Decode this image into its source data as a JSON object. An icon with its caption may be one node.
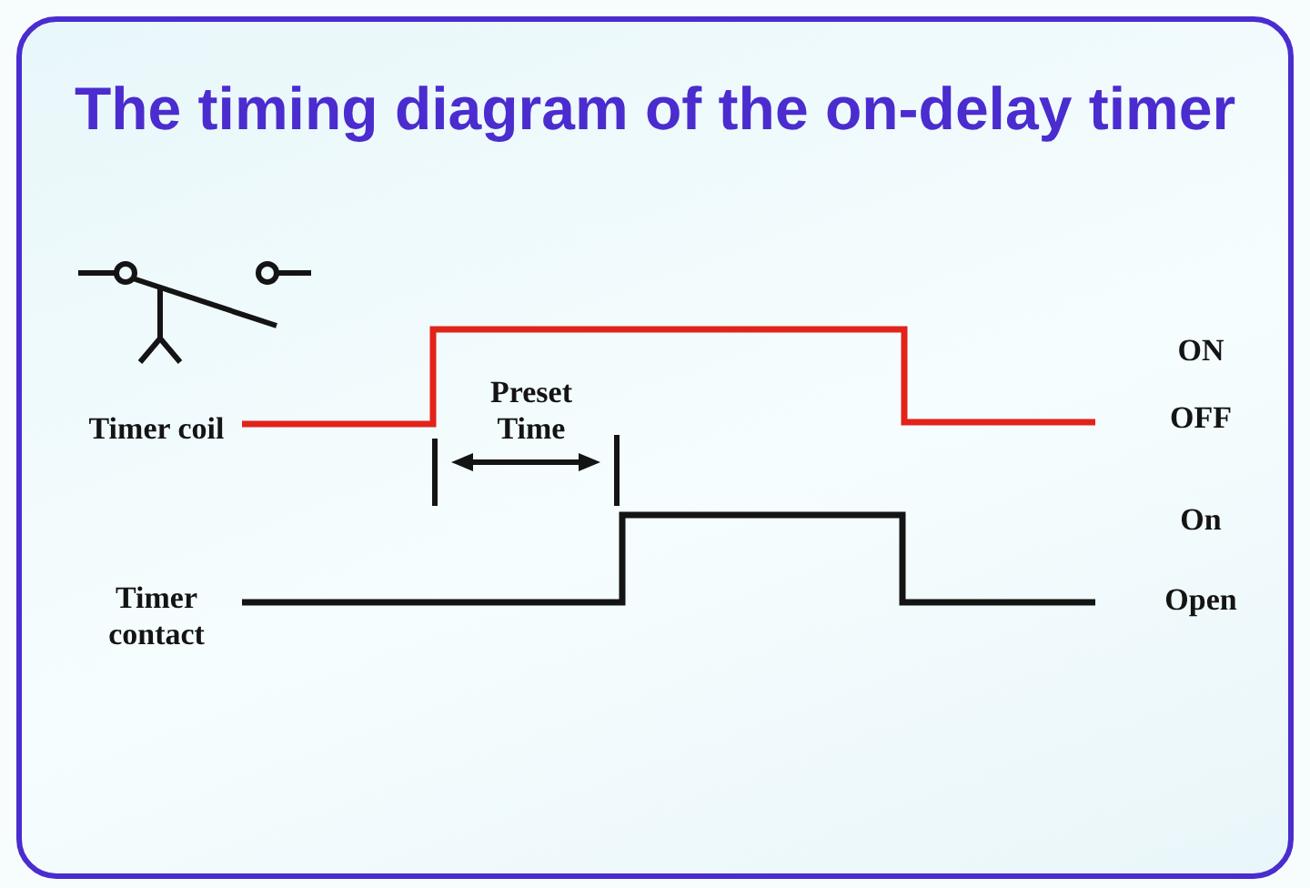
{
  "diagram": {
    "title": "The timing diagram of the on-delay timer",
    "labels": [
      "ON",
      "Preset Time",
      "Timer coil",
      "OFF",
      "On",
      "Timer contact",
      "Open"
    ]
  }
}
